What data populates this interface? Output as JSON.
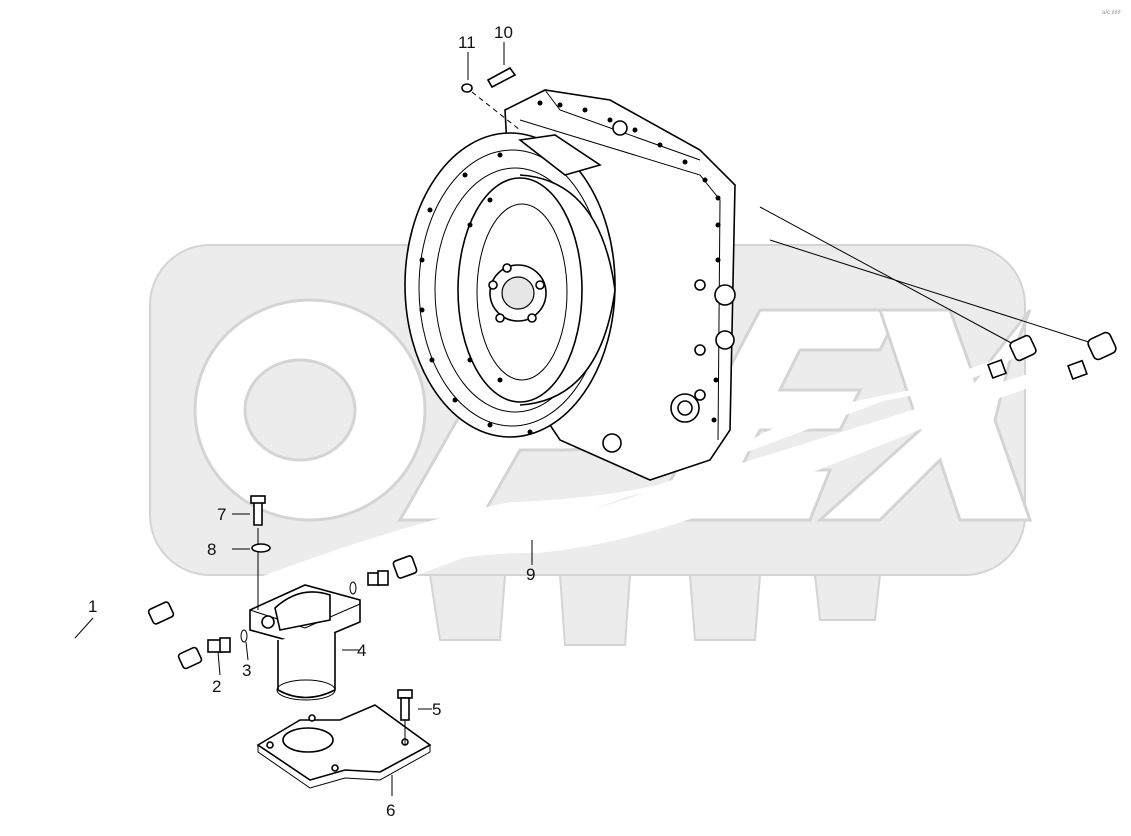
{
  "corner_text": "a/c ∂∂∂",
  "callouts": [
    {
      "id": "1",
      "text": "1"
    },
    {
      "id": "2",
      "text": "2"
    },
    {
      "id": "3",
      "text": "3"
    },
    {
      "id": "4",
      "text": "4"
    },
    {
      "id": "5",
      "text": "5"
    },
    {
      "id": "6",
      "text": "6"
    },
    {
      "id": "7",
      "text": "7"
    },
    {
      "id": "8",
      "text": "8"
    },
    {
      "id": "9",
      "text": "9"
    },
    {
      "id": "10",
      "text": "10"
    },
    {
      "id": "11",
      "text": "11"
    }
  ],
  "watermark": {
    "text": "OPEX",
    "color": "#d9d9d9"
  },
  "colors": {
    "line": "#000000",
    "background": "#ffffff",
    "watermark": "#e2e2e2"
  }
}
